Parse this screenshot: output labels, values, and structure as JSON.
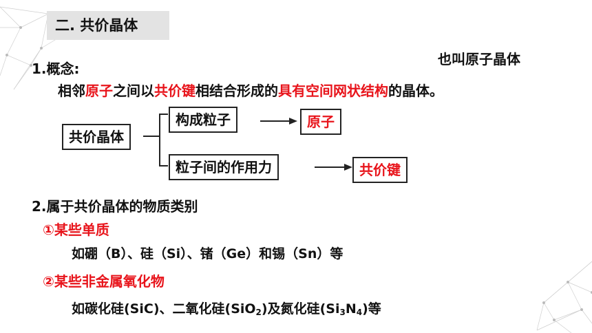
{
  "section_title": "二. 共价晶体",
  "note": "也叫原子晶体",
  "concept": {
    "heading": "1.概念:",
    "def_parts": [
      "相邻",
      "原子",
      "之间以",
      "共价键",
      "相结合形成的",
      "具有空间网状结构",
      "的晶体。"
    ]
  },
  "diagram": {
    "root": "共价晶体",
    "branch1": "构成粒子",
    "result1": "原子",
    "branch2": "粒子间的作用力",
    "result2": "共价键"
  },
  "categories": {
    "heading": "2.属于共价晶体的物质类别",
    "item1_title": "①某些单质",
    "item1_text": "如硼（B）、硅（Si）、锗（Ge）和锡（Sn）等",
    "item2_title": "②某些非金属氧化物",
    "item2_parts": [
      "如碳化硅(SiC)、二氧化硅(SiO",
      "2",
      ")及氮化硅(Si",
      "3",
      "N",
      "4",
      ")等"
    ]
  },
  "colors": {
    "accent_red": "#e8141b",
    "tag_bg": "#e3e3e3"
  }
}
